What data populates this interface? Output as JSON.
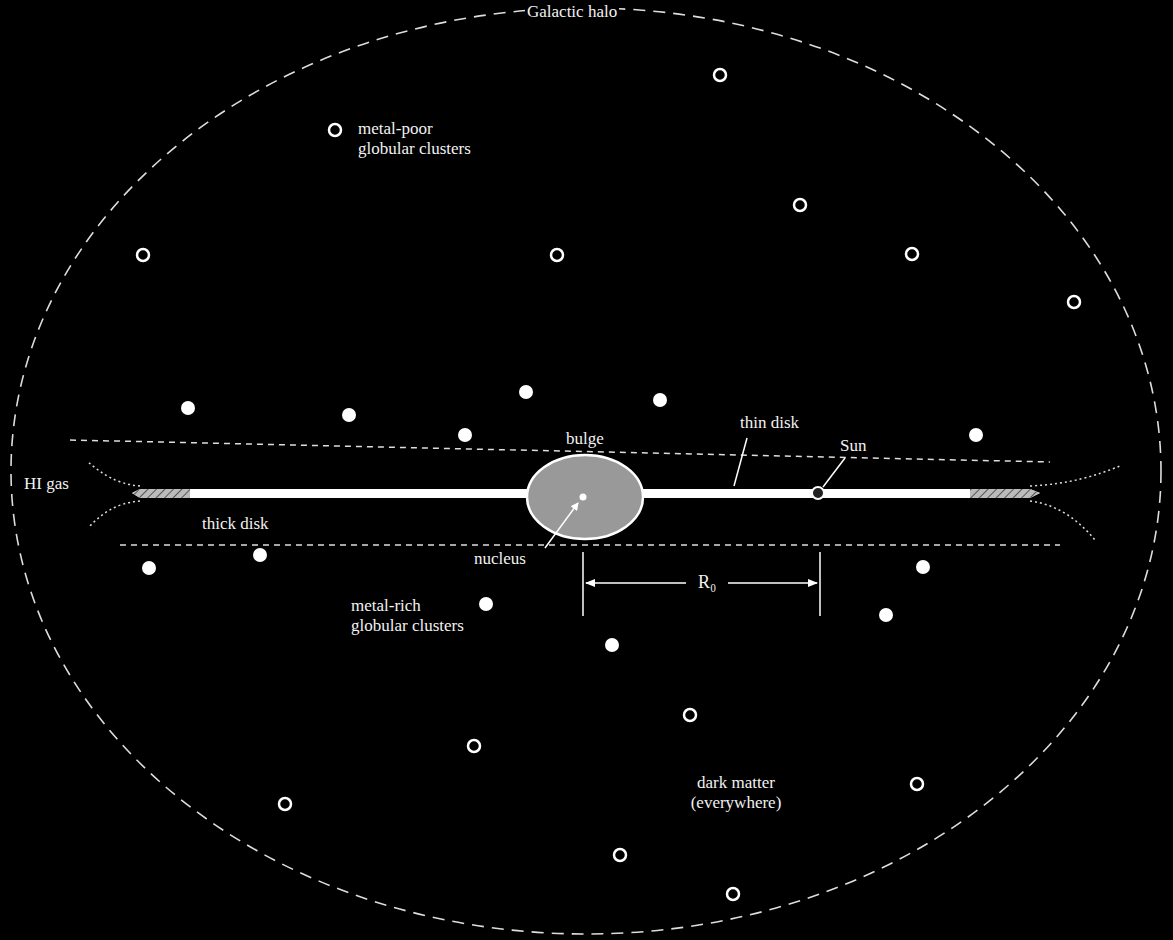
{
  "diagram": {
    "nodes": [
      {
        "text": [
          "Galactic halo"
        ]
      },
      {
        "text": [
          "bulge"
        ],
        "in": 0
      }
    ],
    "labels": [
      "metal-poor globular clusters",
      "thin disk",
      "Sun",
      "HI gas",
      "thick disk",
      "nucleus",
      "R₀",
      "metal-rich globular clusters",
      "dark matter (everywhere)"
    ]
  }
}
